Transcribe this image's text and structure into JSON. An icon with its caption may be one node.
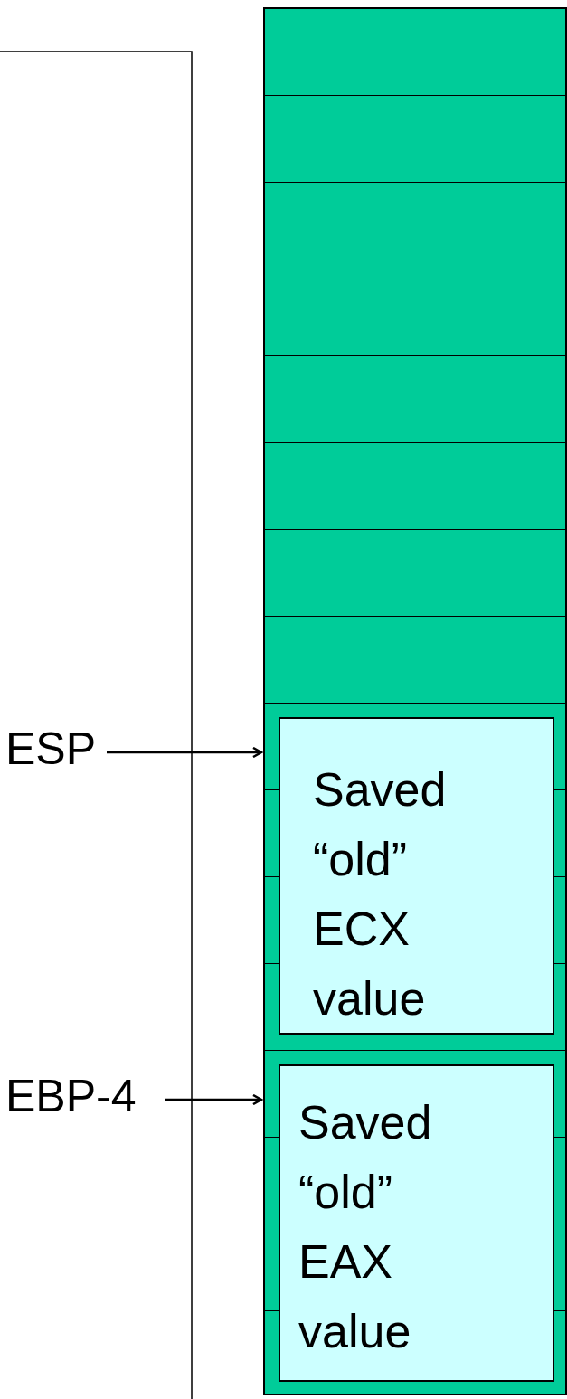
{
  "diagram": {
    "nodes": [
      {
        "text": [],
        "shape": "box"
      },
      {
        "text": [
          "Saved “old” ECX value"
        ],
        "in": 0
      },
      {
        "text": [
          "Saved “old” EAX value"
        ],
        "in": 0
      },
      {
        "text": [
          "ESP"
        ]
      },
      {
        "text": [
          "EBP-4"
        ]
      }
    ],
    "edges": [
      {
        "from": 3,
        "to": 0,
        "arrow": "to"
      },
      {
        "from": 4,
        "to": 0,
        "arrow": "to"
      }
    ]
  }
}
